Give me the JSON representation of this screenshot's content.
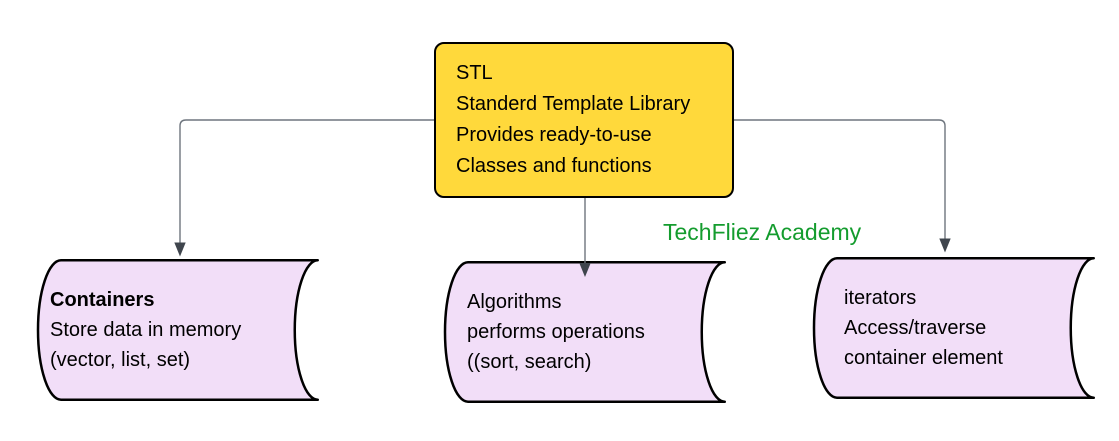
{
  "colors": {
    "canvas_bg": "#ffffff",
    "root_fill": "#FFD93B",
    "root_stroke": "#000000",
    "node_fill": "#F2DEF8",
    "node_stroke": "#000000",
    "connector_line": "#6E757E",
    "connector_arrow": "#3F454D",
    "watermark_green": "#149C2E",
    "text": "#000000"
  },
  "diagram": {
    "root_node": {
      "lines": [
        "STL",
        "Standerd Template Library",
        "Provides ready-to-use",
        "Classes and functions"
      ]
    },
    "watermark": "TechFliez Academy",
    "nodes": [
      {
        "id": "containers",
        "title": "Containers",
        "lines": [
          "Store data in memory",
          "(vector, list, set)"
        ]
      },
      {
        "id": "algorithms",
        "title": "Algorithms",
        "lines": [
          "performs operations",
          "((sort, search)"
        ]
      },
      {
        "id": "iterators",
        "title": "iterators",
        "lines": [
          "Access/traverse",
          "container element"
        ]
      }
    ],
    "edges": [
      {
        "from": "stl-root",
        "to": "containers"
      },
      {
        "from": "stl-root",
        "to": "algorithms"
      },
      {
        "from": "stl-root",
        "to": "iterators"
      }
    ]
  }
}
